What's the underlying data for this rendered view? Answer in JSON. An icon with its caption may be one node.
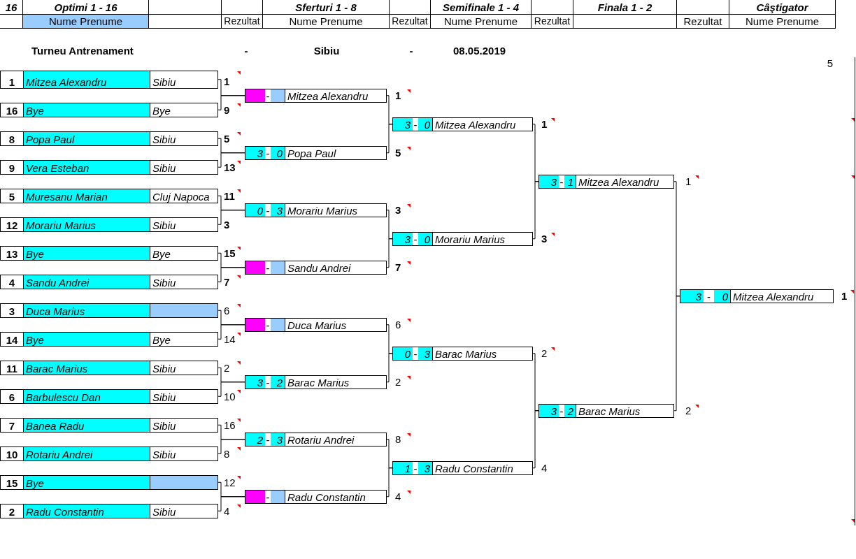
{
  "diagram": {
    "nodes": [
      {
        "text": [
          "1",
          "Mitzea Alexandru",
          "Sibiu"
        ],
        "beside": [
          "1"
        ]
      },
      {
        "text": [
          "16",
          "Bye",
          "Bye"
        ],
        "beside": [
          "9"
        ]
      },
      {
        "text": [
          "8",
          "Popa Paul",
          "Sibiu"
        ],
        "beside": [
          "5"
        ]
      },
      {
        "text": [
          "9",
          "Vera Esteban",
          "Sibiu"
        ],
        "beside": [
          "13"
        ]
      },
      {
        "text": [
          "5",
          "Muresanu Marian",
          "Cluj Napoca"
        ],
        "beside": [
          "11"
        ]
      },
      {
        "text": [
          "12",
          "Morariu Marius",
          "Sibiu"
        ],
        "beside": [
          "3"
        ]
      },
      {
        "text": [
          "13",
          "Bye",
          "Bye"
        ],
        "beside": [
          "15"
        ]
      },
      {
        "text": [
          "4",
          "Sandu Andrei",
          "Sibiu"
        ],
        "beside": [
          "7"
        ]
      },
      {
        "text": [
          "3",
          "Duca Marius"
        ],
        "beside": [
          "6"
        ]
      },
      {
        "text": [
          "14",
          "Bye",
          "Bye"
        ],
        "beside": [
          "14"
        ]
      },
      {
        "text": [
          "11",
          "Barac Marius",
          "Sibiu"
        ],
        "beside": [
          "2"
        ]
      },
      {
        "text": [
          "6",
          "Barbulescu Dan",
          "Sibiu"
        ],
        "beside": [
          "10"
        ]
      },
      {
        "text": [
          "7",
          "Banea Radu",
          "Sibiu"
        ],
        "beside": [
          "16"
        ]
      },
      {
        "text": [
          "10",
          "Rotariu Andrei",
          "Sibiu"
        ],
        "beside": [
          "8"
        ]
      },
      {
        "text": [
          "15",
          "Bye"
        ],
        "beside": [
          "12"
        ]
      },
      {
        "text": [
          "2",
          "Radu Constantin",
          "Sibiu"
        ],
        "beside": [
          "4"
        ]
      },
      {
        "text": [
          "-",
          "Mitzea Alexandru"
        ],
        "beside": [
          "1"
        ]
      },
      {
        "text": [
          "3",
          "-",
          "0",
          "Popa Paul"
        ],
        "beside": [
          "5"
        ]
      },
      {
        "text": [
          "0",
          "-",
          "3",
          "Morariu Marius"
        ],
        "beside": [
          "3"
        ]
      },
      {
        "text": [
          "-",
          "Sandu Andrei"
        ],
        "beside": [
          "7"
        ]
      },
      {
        "text": [
          "-",
          "Duca Marius"
        ],
        "beside": [
          "6"
        ]
      },
      {
        "text": [
          "3",
          "-",
          "2",
          "Barac Marius"
        ],
        "beside": [
          "2"
        ]
      },
      {
        "text": [
          "2",
          "-",
          "3",
          "Rotariu Andrei"
        ],
        "beside": [
          "8"
        ]
      },
      {
        "text": [
          "-",
          "Radu Constantin"
        ],
        "beside": [
          "4"
        ]
      },
      {
        "text": [
          "3",
          "-",
          "0",
          "Mitzea Alexandru"
        ],
        "beside": [
          "1"
        ]
      },
      {
        "text": [
          "3",
          "-",
          "0",
          "Morariu Marius"
        ],
        "beside": [
          "3"
        ]
      },
      {
        "text": [
          "0",
          "-",
          "3",
          "Barac Marius"
        ],
        "beside": [
          "2"
        ]
      },
      {
        "text": [
          "1",
          "-",
          "3",
          "Radu Constantin"
        ],
        "beside": [
          "4"
        ]
      },
      {
        "text": [
          "3",
          "-",
          "1",
          "Mitzea Alexandru"
        ],
        "beside": [
          "1"
        ]
      },
      {
        "text": [
          "3",
          "-",
          "2",
          "Barac Marius"
        ],
        "beside": [
          "2"
        ]
      },
      {
        "text": [
          "3",
          "-",
          "0",
          "Mitzea Alexandru"
        ],
        "beside": [
          "1"
        ]
      }
    ],
    "edges": [
      {
        "from": 0,
        "to": 16,
        "arrow": "none"
      },
      {
        "from": 1,
        "to": 16,
        "arrow": "none"
      },
      {
        "from": 2,
        "to": 17,
        "arrow": "none"
      },
      {
        "from": 3,
        "to": 17,
        "arrow": "none"
      },
      {
        "from": 4,
        "to": 18,
        "arrow": "none"
      },
      {
        "from": 5,
        "to": 18,
        "arrow": "none"
      },
      {
        "from": 6,
        "to": 19,
        "arrow": "none"
      },
      {
        "from": 7,
        "to": 19,
        "arrow": "none"
      },
      {
        "from": 8,
        "to": 20,
        "arrow": "none"
      },
      {
        "from": 9,
        "to": 20,
        "arrow": "none"
      },
      {
        "from": 10,
        "to": 21,
        "arrow": "none"
      },
      {
        "from": 11,
        "to": 21,
        "arrow": "none"
      },
      {
        "from": 12,
        "to": 22,
        "arrow": "none"
      },
      {
        "from": 13,
        "to": 22,
        "arrow": "none"
      },
      {
        "from": 14,
        "to": 23,
        "arrow": "none"
      },
      {
        "from": 15,
        "to": 23,
        "arrow": "none"
      },
      {
        "from": 16,
        "to": 24,
        "arrow": "none"
      },
      {
        "from": 17,
        "to": 24,
        "arrow": "none"
      },
      {
        "from": 18,
        "to": 25,
        "arrow": "none"
      },
      {
        "from": 19,
        "to": 25,
        "arrow": "none"
      },
      {
        "from": 20,
        "to": 26,
        "arrow": "none"
      },
      {
        "from": 21,
        "to": 26,
        "arrow": "none"
      },
      {
        "from": 22,
        "to": 27,
        "arrow": "none"
      },
      {
        "from": 23,
        "to": 27,
        "arrow": "none"
      },
      {
        "from": 24,
        "to": 28,
        "arrow": "none"
      },
      {
        "from": 25,
        "to": 28,
        "arrow": "none"
      },
      {
        "from": 26,
        "to": 29,
        "arrow": "none"
      },
      {
        "from": 27,
        "to": 29,
        "arrow": "none"
      },
      {
        "from": 28,
        "to": 30,
        "arrow": "none"
      },
      {
        "from": 29,
        "to": 30,
        "arrow": "none"
      }
    ],
    "labels": [
      "16",
      "Optimi 1 - 16",
      "Sferturi 1 - 8",
      "Semifinale 1 - 4",
      "Finala 1 - 2",
      "Câştigator",
      "Nume Prenume",
      "Rezultat",
      "Nume Prenume",
      "Rezultat",
      "Nume Prenume",
      "Rezultat",
      "Rezultat",
      "Nume Prenume",
      "Turneu Antrenament",
      "-",
      "Sibiu",
      "-",
      "08.05.2019",
      "5"
    ]
  }
}
